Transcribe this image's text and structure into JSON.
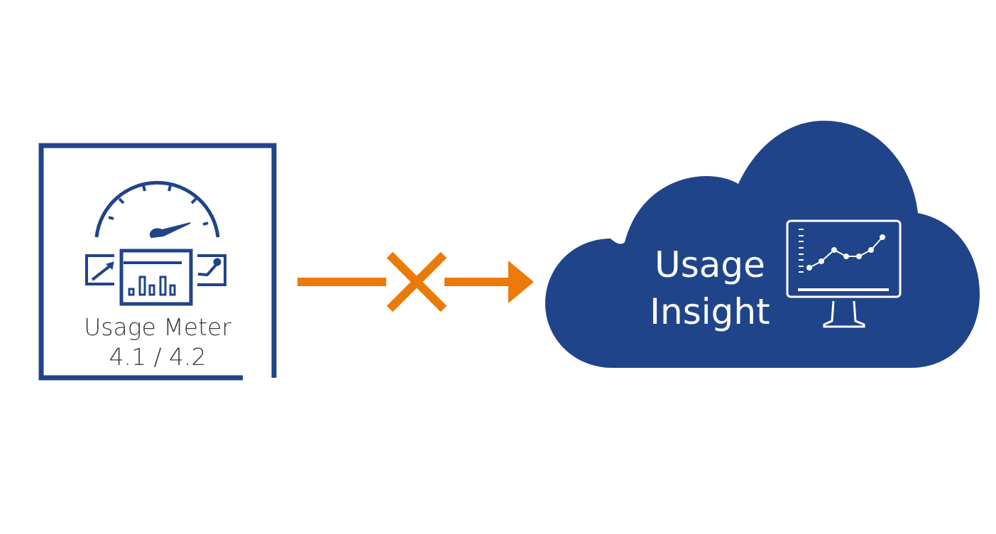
{
  "colors": {
    "brand_blue": "#20448a",
    "arrow_orange": "#ec7a08",
    "label_gray": "#3a3a3a",
    "background": "#ffffff"
  },
  "source": {
    "name": "Usage Meter",
    "version": "4.1 / 4.2",
    "icon": "meter-dashboard-icon"
  },
  "connection": {
    "status": "blocked",
    "icon": "x-icon",
    "direction": "left-to-right"
  },
  "target": {
    "name_line1": "Usage",
    "name_line2": "Insight",
    "container": "cloud",
    "icon": "monitor-line-chart-icon"
  }
}
